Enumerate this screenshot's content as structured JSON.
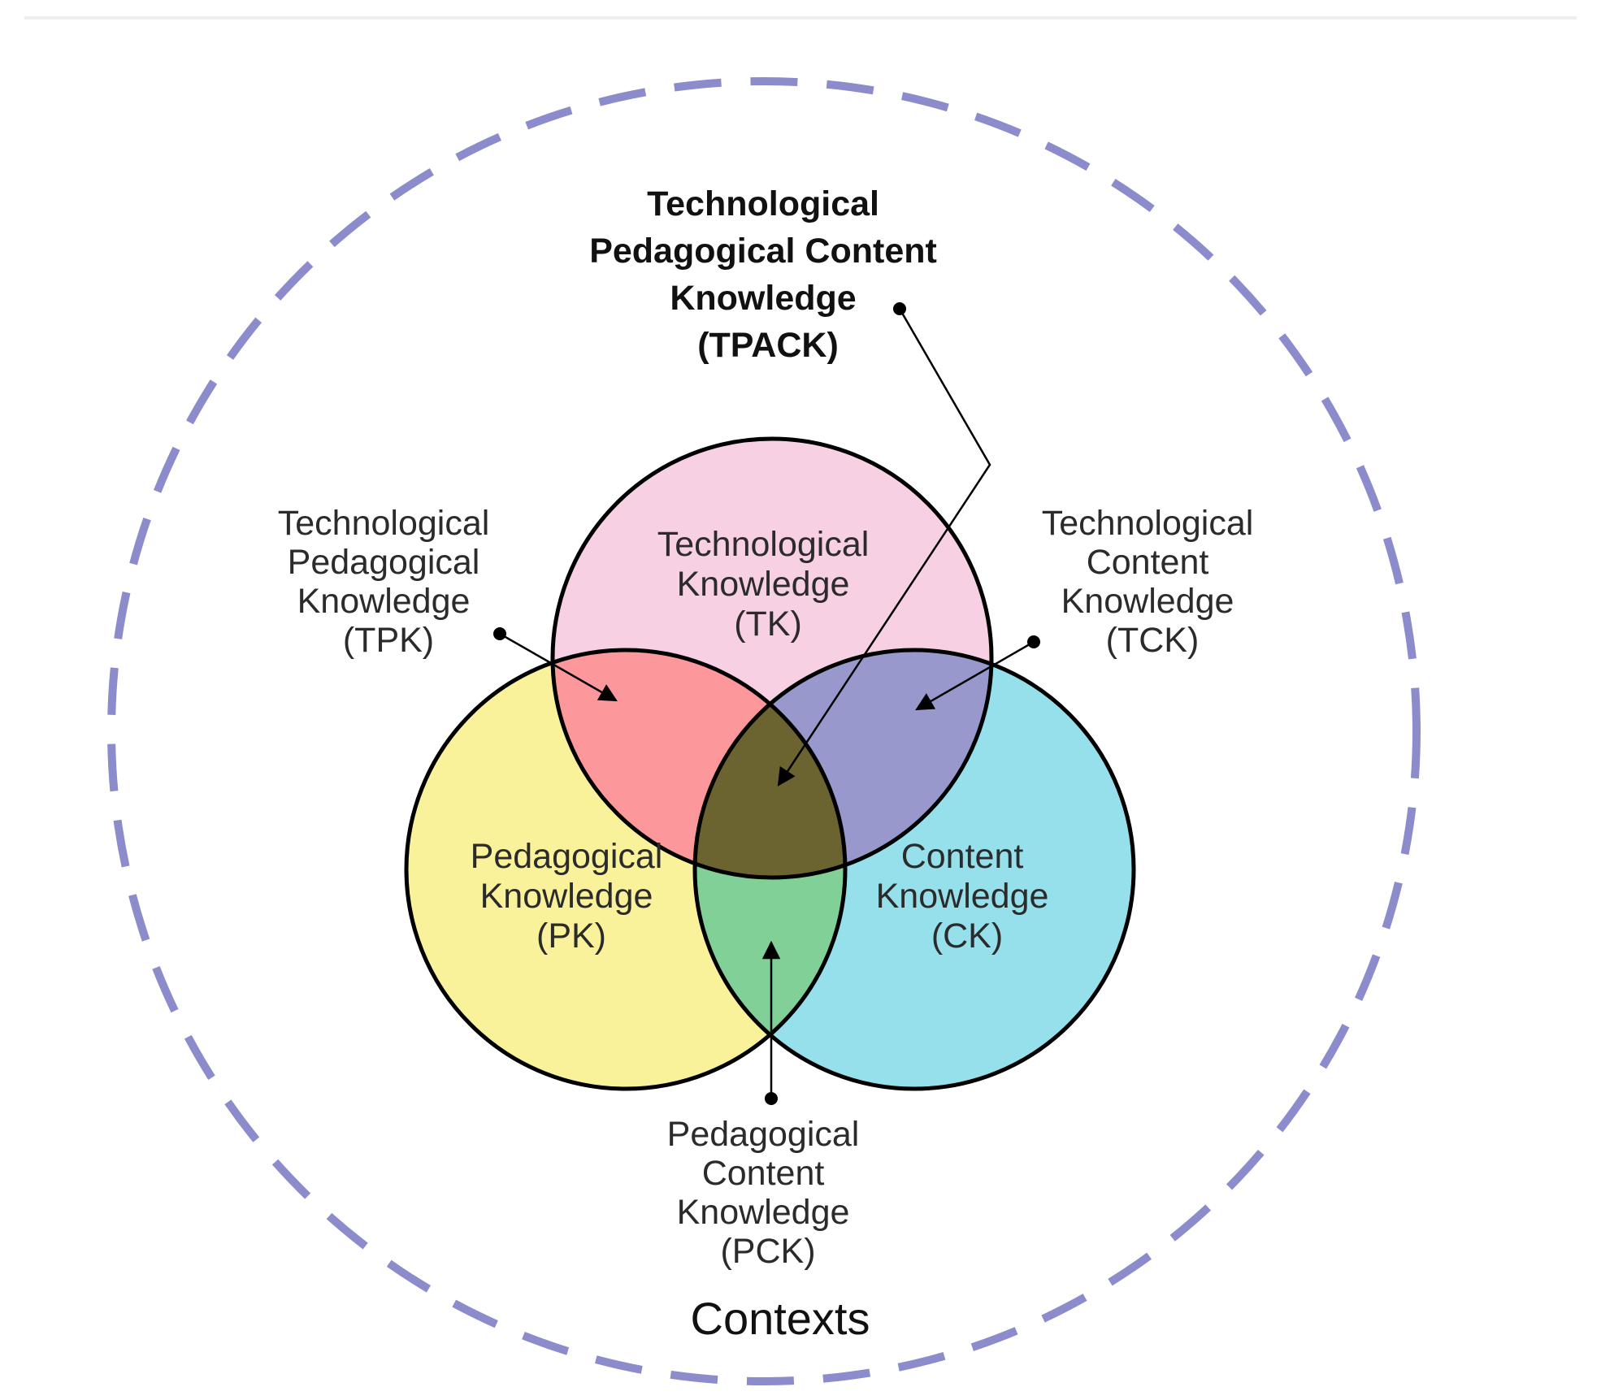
{
  "diagram": {
    "colors": {
      "context_ring": "#8c8ccc",
      "tk": "#f8d0e4",
      "pk": "#f9f29a",
      "ck": "#96e0ec",
      "tpk": "#fc989c",
      "tck": "#9898cc",
      "pck": "#80d098",
      "tpack": "#6c6430",
      "outline": "#000000"
    },
    "labels": {
      "tpack": [
        "Technological",
        "Pedagogical Content",
        "Knowledge",
        "(TPACK)"
      ],
      "tk": [
        "Technological",
        "Knowledge",
        "(TK)"
      ],
      "pk": [
        "Pedagogical",
        "Knowledge",
        "(PK)"
      ],
      "ck": [
        "Content",
        "Knowledge",
        "(CK)"
      ],
      "tpk": [
        "Technological",
        "Pedagogical",
        "Knowledge",
        "(TPK)"
      ],
      "tck": [
        "Technological",
        "Content",
        "Knowledge",
        "(TCK)"
      ],
      "pck": [
        "Pedagogical",
        "Content",
        "Knowledge",
        "(PCK)"
      ],
      "contexts": "Contexts"
    }
  }
}
